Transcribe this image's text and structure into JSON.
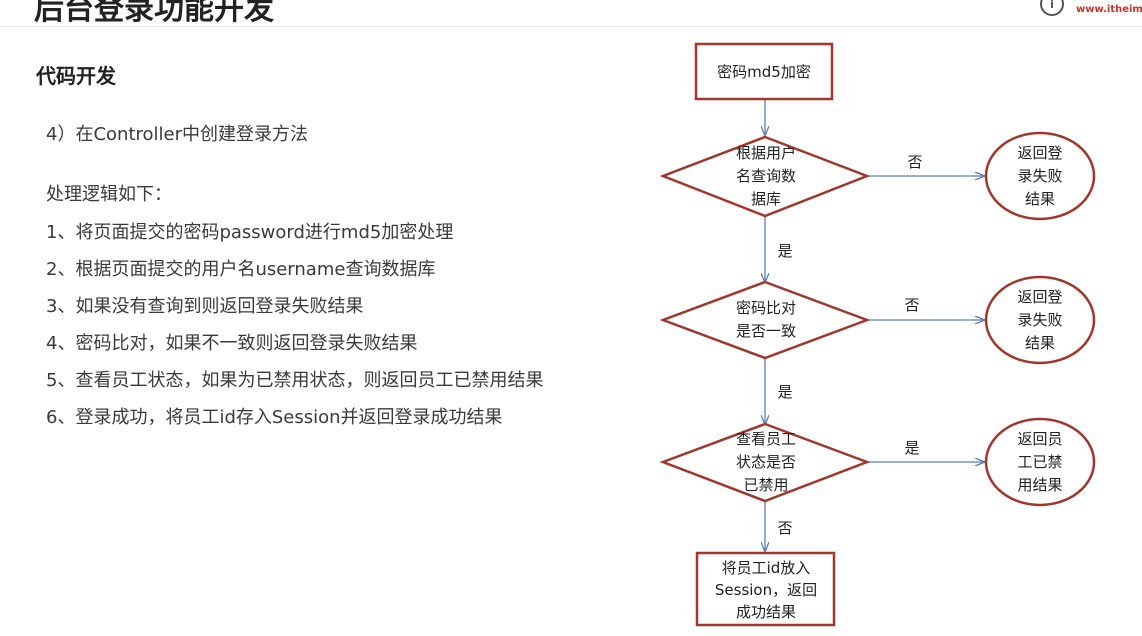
{
  "header": {
    "title": "后台登录功能开发",
    "logo_text": "www.itheima."
  },
  "content": {
    "heading": "代码开发",
    "intro": "4）在Controller中创建登录方法",
    "logic_title": "处理逻辑如下：",
    "steps": [
      "1、将页面提交的密码password进行md5加密处理",
      "2、根据页面提交的用户名username查询数据库",
      "3、如果没有查询到则返回登录失败结果",
      "4、密码比对，如果不一致则返回登录失败结果",
      "5、查看员工状态，如果为已禁用状态，则返回员工已禁用结果",
      "6、登录成功，将员工id存入Session并返回登录成功结果"
    ]
  },
  "flowchart": {
    "start": "密码md5加密",
    "decision1": [
      "根据用户",
      "名查询数",
      "据库"
    ],
    "result1": [
      "返回登",
      "录失败",
      "结果"
    ],
    "decision2": [
      "密码比对",
      "是否一致"
    ],
    "result2": [
      "返回登",
      "录失败",
      "结果"
    ],
    "decision3": [
      "查看员工",
      "状态是否",
      "已禁用"
    ],
    "result3": [
      "返回员",
      "工已禁",
      "用结果"
    ],
    "end": [
      "将员工id放入",
      "Session，返回",
      "成功结果"
    ],
    "labels": {
      "d1_no": "否",
      "d1_yes": "是",
      "d2_no": "否",
      "d2_yes": "是",
      "d3_yes": "是",
      "d3_no": "否"
    }
  },
  "colors": {
    "node_border": "#a0372f",
    "arrow": "#5b7fb5"
  }
}
